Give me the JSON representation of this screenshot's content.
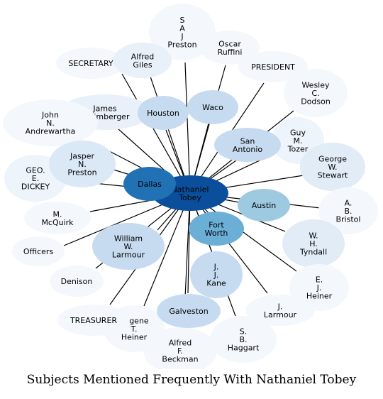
{
  "title": "Subjects Mentioned Frequently With Nathaniel Tobey",
  "center": {
    "id": "tobey",
    "label": "Nathaniel Tobey",
    "lines": [
      "Nathaniel",
      "Tobey"
    ],
    "color": "#0b4f9c"
  },
  "nodes": [
    {
      "id": "sajp",
      "lines": [
        "S",
        "A",
        "J",
        "Preston"
      ],
      "color": "#f4f8fd"
    },
    {
      "id": "ruffini",
      "lines": [
        "Oscar",
        "Ruffini"
      ],
      "color": "#f4f8fd"
    },
    {
      "id": "president",
      "lines": [
        "PRESIDENT"
      ],
      "color": "#f4f8fd"
    },
    {
      "id": "dodson",
      "lines": [
        "Wesley",
        "C.",
        "Dodson"
      ],
      "color": "#f4f8fd"
    },
    {
      "id": "tozer",
      "lines": [
        "Guy",
        "M.",
        "Tozer"
      ],
      "color": "#eef4fb"
    },
    {
      "id": "stewart",
      "lines": [
        "George",
        "W.",
        "Stewart"
      ],
      "color": "#e1ecf7"
    },
    {
      "id": "bristol",
      "lines": [
        "A.",
        "B.",
        "Bristol"
      ],
      "color": "#f4f8fd"
    },
    {
      "id": "tyndall",
      "lines": [
        "W.",
        "H.",
        "Tyndall"
      ],
      "color": "#e1ecf7"
    },
    {
      "id": "eheiner",
      "lines": [
        "E.",
        "J.",
        "Heiner"
      ],
      "color": "#f4f8fd"
    },
    {
      "id": "larmour_j",
      "lines": [
        "J.",
        "Larmour"
      ],
      "color": "#f4f8fd"
    },
    {
      "id": "haggart",
      "lines": [
        "S.",
        "B.",
        "Haggart"
      ],
      "color": "#f4f8fd"
    },
    {
      "id": "beckman",
      "lines": [
        "Alfred",
        "F.",
        "Beckman"
      ],
      "color": "#f4f8fd"
    },
    {
      "id": "eugene",
      "lines": [
        "Eugene",
        "T.",
        "Heiner"
      ],
      "color": "#f4f8fd"
    },
    {
      "id": "treasurer",
      "lines": [
        "TREASURER"
      ],
      "color": "#f4f8fd"
    },
    {
      "id": "denison",
      "lines": [
        "Denison"
      ],
      "color": "#f4f8fd"
    },
    {
      "id": "officers",
      "lines": [
        "Officers"
      ],
      "color": "#f4f8fd"
    },
    {
      "id": "mcquirk",
      "lines": [
        "M.",
        "McQuirk"
      ],
      "color": "#f4f8fd"
    },
    {
      "id": "dickey",
      "lines": [
        "GEO.",
        "E.",
        "DICKEY"
      ],
      "color": "#eef4fb"
    },
    {
      "id": "arnim",
      "lines": [
        "James",
        "Arnimberger"
      ],
      "color": "#e8f0f9"
    },
    {
      "id": "andrewartha",
      "lines": [
        "John",
        "N.",
        "Andrewartha"
      ],
      "color": "#f4f8fd"
    },
    {
      "id": "secretary",
      "lines": [
        "SECRETARY"
      ],
      "color": "#f4f8fd"
    },
    {
      "id": "giles",
      "lines": [
        "Alfred",
        "Giles"
      ],
      "color": "#e8f0f9"
    },
    {
      "id": "houston",
      "lines": [
        "Houston"
      ],
      "color": "#c6dbef"
    },
    {
      "id": "waco",
      "lines": [
        "Waco"
      ],
      "color": "#c6dbef"
    },
    {
      "id": "jpreston",
      "lines": [
        "Jasper",
        "N.",
        "Preston"
      ],
      "color": "#dbe9f6"
    },
    {
      "id": "sanantonio",
      "lines": [
        "San",
        "Antonio"
      ],
      "color": "#c6dbef"
    },
    {
      "id": "austin",
      "lines": [
        "Austin"
      ],
      "color": "#9ecae1"
    },
    {
      "id": "fortworth",
      "lines": [
        "Fort",
        "Worth"
      ],
      "color": "#6baed6"
    },
    {
      "id": "kane",
      "lines": [
        "J.",
        "J.",
        "Kane"
      ],
      "color": "#c6dbef"
    },
    {
      "id": "galveston",
      "lines": [
        "Galveston"
      ],
      "color": "#c6dbef"
    },
    {
      "id": "larmour_w",
      "lines": [
        "William",
        "W.",
        "Larmour"
      ],
      "color": "#c6dbef"
    },
    {
      "id": "dallas",
      "lines": [
        "Dallas"
      ],
      "color": "#2171b5"
    }
  ]
}
